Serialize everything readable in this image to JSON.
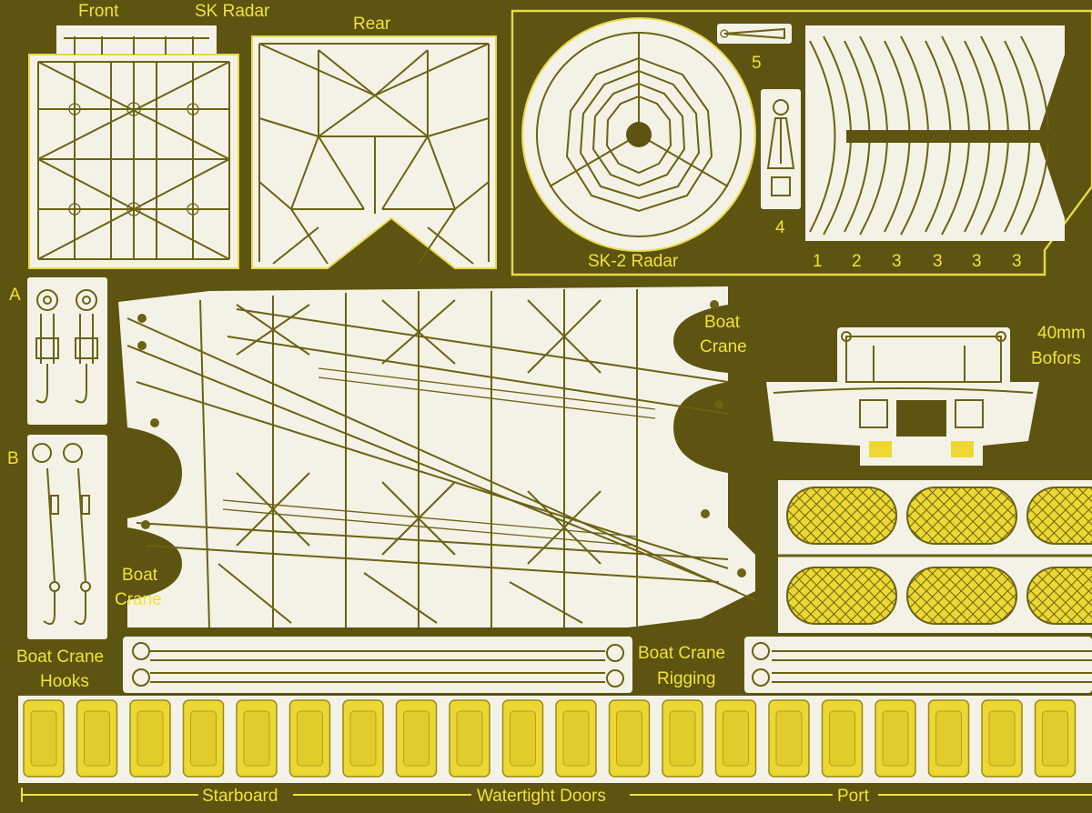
{
  "labels": {
    "front": "Front",
    "sk_radar": "SK Radar",
    "rear": "Rear",
    "part_5": "5",
    "part_4": "4",
    "sk2_radar": "SK-2 Radar",
    "part_1": "1",
    "part_2": "2",
    "part_3a": "3",
    "part_3b": "3",
    "part_3c": "3",
    "part_3d": "3",
    "part_a": "A",
    "part_b": "B",
    "boat_crane_right_1": "Boat",
    "boat_crane_right_2": "Crane",
    "bofors_1": "40mm",
    "bofors_2": "Bofors",
    "boat_crane_left_1": "Boat",
    "boat_crane_left_2": "Crane",
    "hooks_1": "Boat Crane",
    "hooks_2": "Hooks",
    "rigging_1": "Boat Crane",
    "rigging_2": "Rigging",
    "starboard": "Starboard",
    "watertight_doors": "Watertight Doors",
    "port": "Port"
  },
  "colors": {
    "brass_background": "#5c5410",
    "label_yellow": "#f2e23a",
    "part_surface": "#f4f2e6",
    "door_gold": "#ecd733"
  }
}
